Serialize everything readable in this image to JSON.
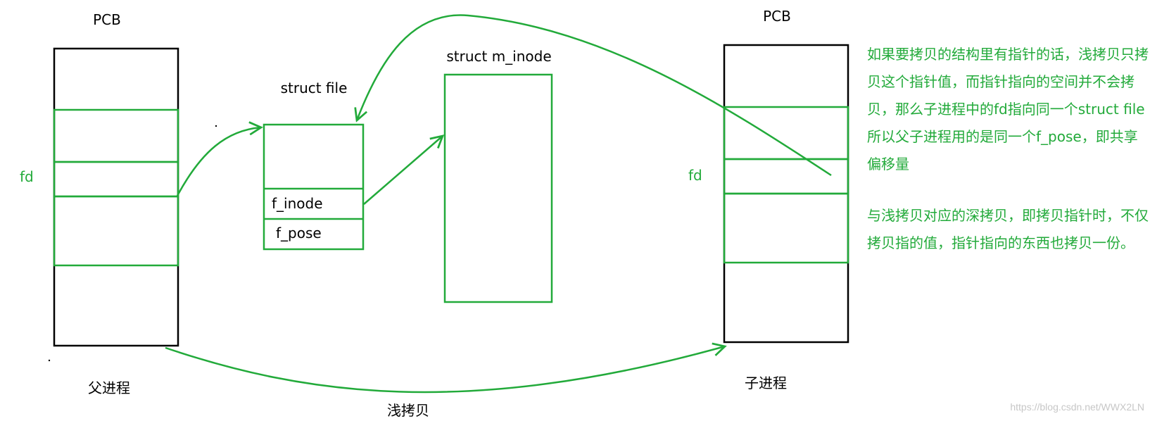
{
  "parent": {
    "pcb_label": "PCB",
    "fd_label": "fd",
    "caption": "父进程"
  },
  "child": {
    "pcb_label": "PCB",
    "fd_label": "fd",
    "caption": "子进程"
  },
  "struct_file": {
    "title": "struct file",
    "f_inode": "f_inode",
    "f_pose": "f_pose"
  },
  "m_inode": {
    "title": "struct m_inode"
  },
  "copy_arrow_label": "浅拷贝",
  "notes": {
    "shallow": "如果要拷贝的结构里有指针的话，浅拷贝只拷贝这个指针值，而指针指向的空间并不会拷贝，那么子进程中的fd指向同一个struct file  所以父子进程用的是同一个f_pose，即共享偏移量",
    "deep": "与浅拷贝对应的深拷贝，即拷贝指针时，不仅拷贝指的值，指针指向的东西也拷贝一份。"
  },
  "watermark": "https://blog.csdn.net/WWX2LN",
  "colors": {
    "box_black": "#000000",
    "box_green": "#22aa3a",
    "text_green": "#22aa3a"
  }
}
